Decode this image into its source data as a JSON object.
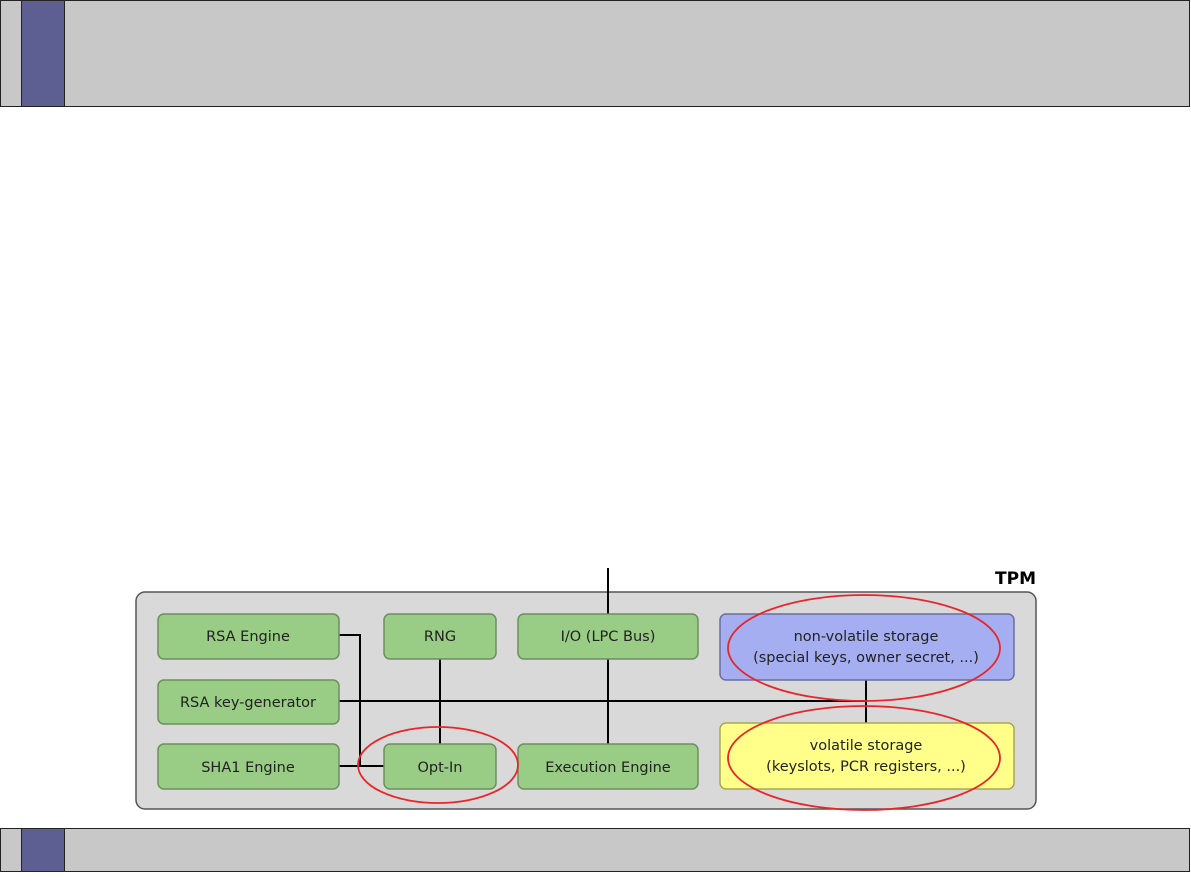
{
  "colors": {
    "bar_fill": "#c8c8c8",
    "bar_accent": "#5d5f93",
    "tpm_fill": "#d9d9d9",
    "component_fill": "#99cc85",
    "component_border": "#6c8f5f",
    "non_volatile_fill": "#a5aef0",
    "volatile_fill": "#ffff8a",
    "highlight_ring": "#e8262a",
    "wire": "#000000"
  },
  "diagram": {
    "tpm_label": "TPM",
    "components": {
      "rsa_engine": "RSA Engine",
      "rng": "RNG",
      "io_lpc_bus": "I/O (LPC Bus)",
      "rsa_key_generator": "RSA key-generator",
      "sha1_engine": "SHA1 Engine",
      "opt_in": "Opt-In",
      "execution_engine": "Execution Engine"
    },
    "non_volatile_storage": {
      "line1": "non-volatile storage",
      "line2": "(special keys, owner secret, ...)"
    },
    "volatile_storage": {
      "line1": "volatile storage",
      "line2": "(keyslots, PCR registers, ...)"
    }
  }
}
